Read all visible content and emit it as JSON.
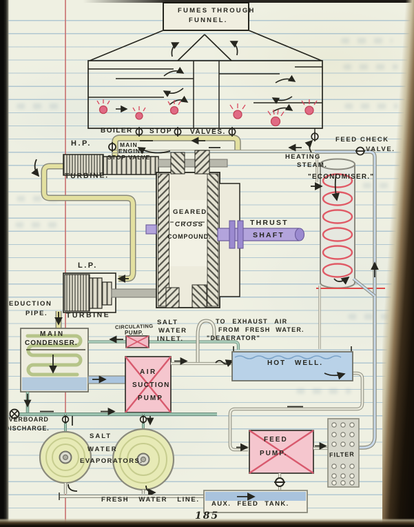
{
  "page_number": "185",
  "colors": {
    "ink": "#26261f",
    "paper": "#eff0e2",
    "steam_yellow": "#e3e0a0",
    "sea_teal": "#9cc4b0",
    "feed_blue": "#c9d9e9",
    "shaft_purple": "#b3a4dc",
    "coil_red": "#e05a66",
    "pump_pink": "#f5c6ce",
    "pump_cross_red": "#d85a6e",
    "ruled_blue": "#7da5c3",
    "margin_red": "#c86e6e"
  },
  "funnel": {
    "line1": "FUMES THROUGH",
    "line2": "FUNNEL."
  },
  "boiler": {
    "words": [
      "BOILER",
      "STOP",
      "VALVES."
    ]
  },
  "main_engine_stop_valve": {
    "l1": "MAIN",
    "l2": "ENGINE",
    "l3": "STOP VALVE"
  },
  "hp_turbine": {
    "l1": "H.P.",
    "l2": "TURBINE."
  },
  "lp_turbine": {
    "l1": "L.P.",
    "l2": "TURBINE"
  },
  "gearbox": {
    "l1": "GEARED",
    "l2": "CROSS",
    "l3": "COMPOUND."
  },
  "thrust_shaft": {
    "l1": "THRUST",
    "l2": "SHAFT"
  },
  "feed_check_valve": {
    "l1": "FEED CHECK",
    "l2": "VALVE."
  },
  "heating_steam": {
    "l1": "HEATING",
    "l2": "STEAM."
  },
  "economiser": {
    "label": "\"ECONOMISER.\""
  },
  "eduction_pipe": {
    "l1": "EDUCTION",
    "l2": "PIPE."
  },
  "main_condenser": {
    "l1": "MAIN",
    "l2": "CONDENSER."
  },
  "circulating_pump": {
    "l1": "CIRCULATING",
    "l2": "PUMP."
  },
  "salt_water_inlet": {
    "l1": "SALT",
    "l2": "WATER",
    "l3": "INLET."
  },
  "deaerator": {
    "l1": "TO EXHAUST AIR",
    "l2": "FROM FRESH WATER.",
    "l3": "\"DEAERATOR\""
  },
  "air_suction_pump": {
    "l1": "AIR",
    "l2": "SUCTION",
    "l3": "PUMP"
  },
  "hot_well": {
    "label": "HOT WELL."
  },
  "overboard_discharge": {
    "l1": "OVERBOARD",
    "l2": "DISCHARGE."
  },
  "evaporators": {
    "l1": "SALT",
    "l2": "WATER",
    "l3": "EVAPORATORS."
  },
  "feed_pump": {
    "l1": "FEED",
    "l2": "PUMP."
  },
  "filter": {
    "label": "FILTER"
  },
  "fresh_water_line": {
    "label": "FRESH WATER LINE."
  },
  "aux_feed_tank": {
    "label": "AUX. FEED TANK."
  }
}
